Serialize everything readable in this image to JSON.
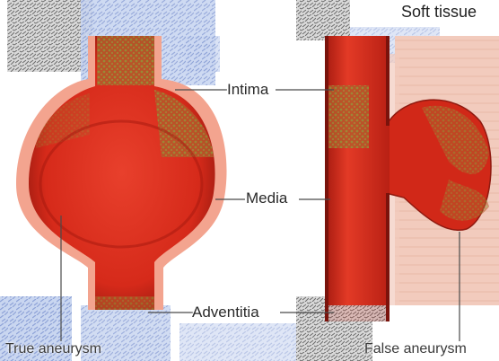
{
  "labels": {
    "soft_tissue": "Soft tissue",
    "intima": "Intima",
    "media": "Media",
    "adventitia": "Adventitia",
    "true_aneurysm": "True aneurysm",
    "false_aneurysm": "False aneurysm"
  },
  "colors": {
    "media_red": "#d92a1c",
    "dark_red": "#a81a10",
    "adventitia_pink": "#f0a08c",
    "intima_green": "#8a8a3a",
    "soft_tissue_pink": "#f2cbbd",
    "texture_blue": "#aebfe6"
  }
}
